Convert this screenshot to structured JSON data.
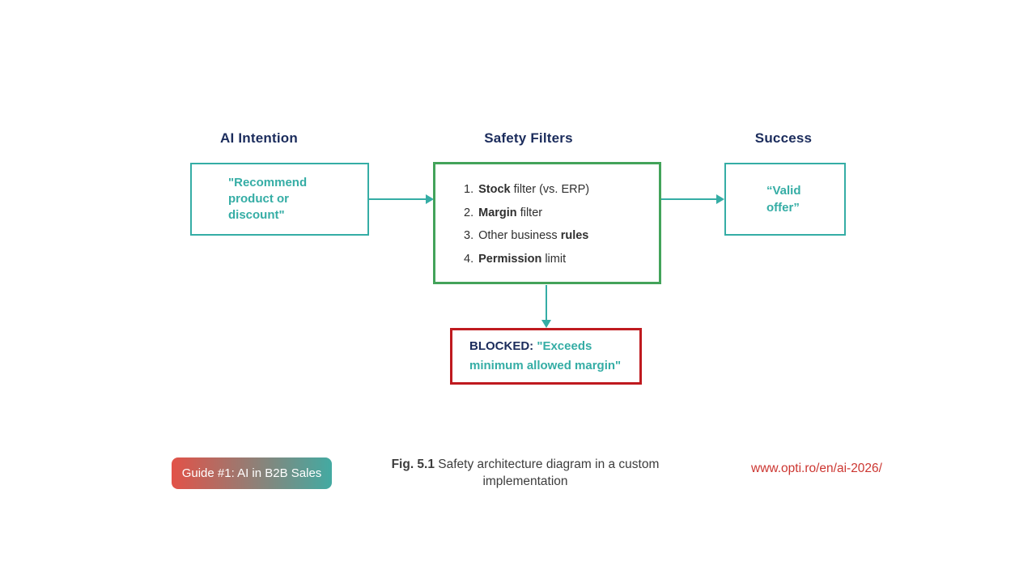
{
  "colors": {
    "navy": "#1b2c5c",
    "teal": "#35ada5",
    "green": "#43a35a",
    "red": "#bf1a1f",
    "urlred": "#cc3631",
    "caption": "#3d3d3d",
    "text": "#2f2f2f",
    "badgefrom": "#e25248",
    "badgeto": "#43aaa2"
  },
  "columns": {
    "intention": {
      "header": "AI Intention",
      "box_text": "\"Recommend product or discount\""
    },
    "filters": {
      "header": "Safety Filters",
      "items": [
        {
          "num": "1.",
          "pre": "",
          "bold": "Stock",
          "post": " filter (vs. ERP)"
        },
        {
          "num": "2.",
          "pre": "",
          "bold": "Margin",
          "post": " filter"
        },
        {
          "num": "3.",
          "pre": "Other business ",
          "bold": "rules",
          "post": ""
        },
        {
          "num": "4.",
          "pre": "",
          "bold": "Permission",
          "post": " limit"
        }
      ]
    },
    "success": {
      "header": "Success",
      "box_text": "“Valid offer”"
    }
  },
  "blocked": {
    "label": "BLOCKED:",
    "quote": "\"Exceeds minimum allowed margin\""
  },
  "footer": {
    "badge": "Guide #1: AI in B2B Sales",
    "caption_fig": "Fig. 5.1",
    "caption_text": "Safety architecture diagram in a custom implementation",
    "url": "www.opti.ro/en/ai-2026/"
  }
}
